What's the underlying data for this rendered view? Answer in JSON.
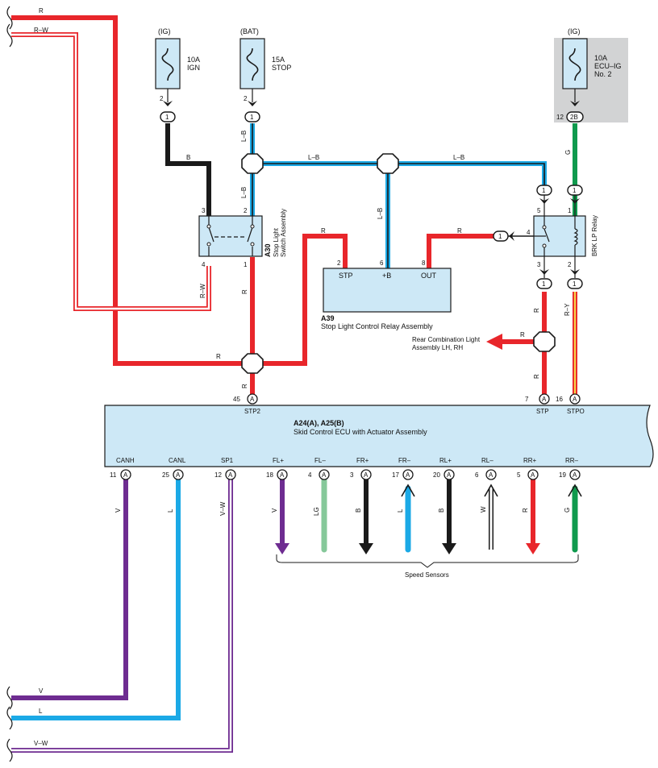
{
  "colors": {
    "red": "#e8262b",
    "black": "#1a1a1a",
    "blue": "#1ba9e6",
    "purple": "#6e2c91",
    "green": "#0f9a4d",
    "light_green": "#86c89a",
    "yellow": "#f6d34a",
    "component_fill": "#cde8f6",
    "gray_zone": "#d2d3d4"
  },
  "fuses": [
    {
      "source": "(IG)",
      "rating": "10A",
      "name": "IGN",
      "pin": "2",
      "connector": "1"
    },
    {
      "source": "(BAT)",
      "rating": "15A",
      "name": "STOP",
      "pin": "2",
      "connector": "1"
    },
    {
      "source": "(IG)",
      "rating": "10A",
      "name_line1": "ECU–IG",
      "name_line2": "No. 2",
      "pin": "12",
      "connector": "2B"
    }
  ],
  "left_wires": {
    "top1": "R",
    "top2": "R–W",
    "bottom1": "V",
    "bottom2": "L",
    "bottom3": "V–W"
  },
  "wire_labels": {
    "b": "B",
    "lb_1": "L–B",
    "lb_2": "L–B",
    "lb_3": "L–B",
    "lb_4": "L–B",
    "lb_5": "L–B",
    "g": "G",
    "rw": "R–W",
    "r_1": "R",
    "r_2": "R",
    "r_3": "R",
    "r_4": "R",
    "r_5": "R",
    "r_6": "R",
    "r_7": "R",
    "ry": "R–Y"
  },
  "stop_switch": {
    "code": "A30",
    "name_line1": "Stop Light",
    "name_line2": "Switch Assembly",
    "pins": [
      "3",
      "2",
      "4",
      "1"
    ]
  },
  "relay_assy": {
    "code": "A39",
    "name": "Stop Light Control Relay Assembly",
    "terminals": [
      "STP",
      "+B",
      "OUT"
    ],
    "pins": [
      "2",
      "6",
      "8"
    ]
  },
  "brk_relay": {
    "name": "BRK LP Relay",
    "pins": [
      "5",
      "1",
      "4",
      "3",
      "2"
    ],
    "connectors": [
      "1",
      "1",
      "1",
      "1",
      "1"
    ]
  },
  "rear_light": {
    "line1": "Rear Combination Light",
    "line2": "Assembly LH,  RH"
  },
  "ecu": {
    "code": "A24(A), A25(B)",
    "name": "Skid Control ECU with Actuator Assembly",
    "top_terminals": [
      {
        "pin": "45",
        "conn": "A",
        "label": "STP2"
      },
      {
        "pin": "7",
        "conn": "A",
        "label": "STP"
      },
      {
        "pin": "16",
        "conn": "A",
        "label": "STPO"
      }
    ],
    "bottom_terminals": [
      {
        "label": "CANH",
        "pin": "11",
        "conn": "A",
        "wire": "V"
      },
      {
        "label": "CANL",
        "pin": "25",
        "conn": "A",
        "wire": "L"
      },
      {
        "label": "SP1",
        "pin": "12",
        "conn": "A",
        "wire": "V–W"
      },
      {
        "label": "FL+",
        "pin": "18",
        "conn": "A",
        "wire": "V"
      },
      {
        "label": "FL–",
        "pin": "4",
        "conn": "A",
        "wire": "LG"
      },
      {
        "label": "FR+",
        "pin": "3",
        "conn": "A",
        "wire": "B"
      },
      {
        "label": "FR–",
        "pin": "17",
        "conn": "A",
        "wire": "L"
      },
      {
        "label": "RL+",
        "pin": "20",
        "conn": "A",
        "wire": "B"
      },
      {
        "label": "RL–",
        "pin": "6",
        "conn": "A",
        "wire": "W"
      },
      {
        "label": "RR+",
        "pin": "5",
        "conn": "A",
        "wire": "R"
      },
      {
        "label": "RR–",
        "pin": "19",
        "conn": "A",
        "wire": "G"
      }
    ]
  },
  "speed_sensors": "Speed Sensors"
}
